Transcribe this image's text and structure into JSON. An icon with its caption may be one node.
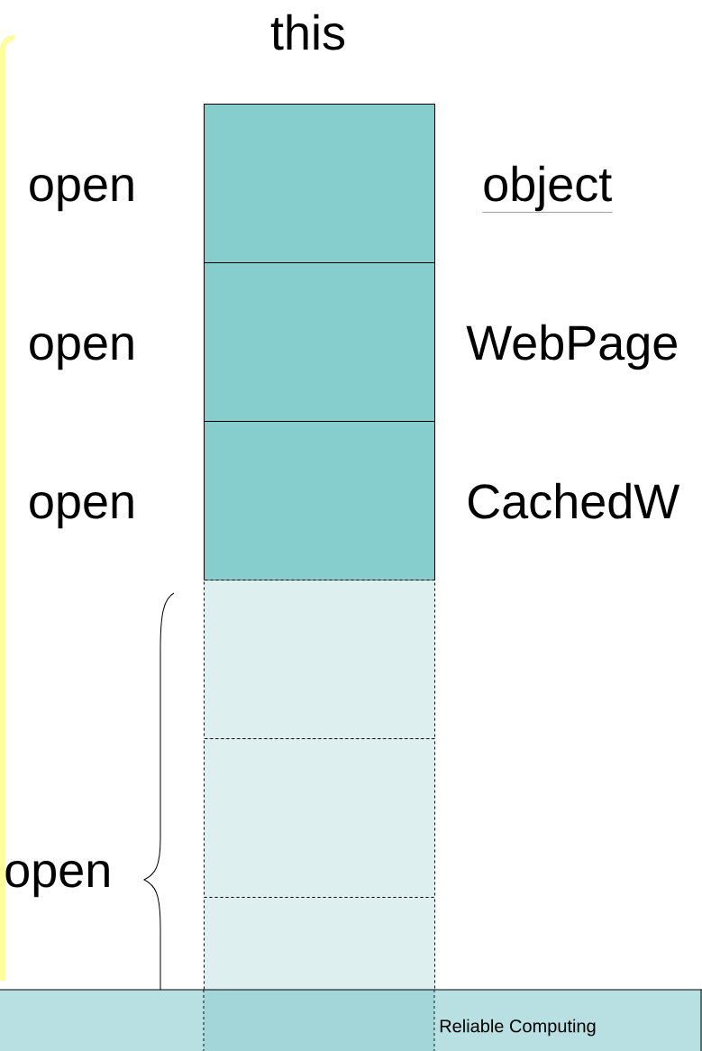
{
  "diagram": {
    "title": "this",
    "nodes": [
      {
        "text": [],
        "shape": "box",
        "beside": [
          "open",
          "object"
        ]
      },
      {
        "text": [],
        "shape": "box",
        "beside": [
          "open",
          "WebPage"
        ]
      },
      {
        "text": [],
        "shape": "box",
        "beside": [
          "open",
          "CachedW"
        ]
      },
      {
        "text": [],
        "shape": "box"
      },
      {
        "text": [],
        "shape": "box"
      },
      {
        "text": [],
        "shape": "box"
      },
      {
        "text": [
          "Reliable Computing"
        ]
      }
    ],
    "labels": [
      "open"
    ]
  }
}
